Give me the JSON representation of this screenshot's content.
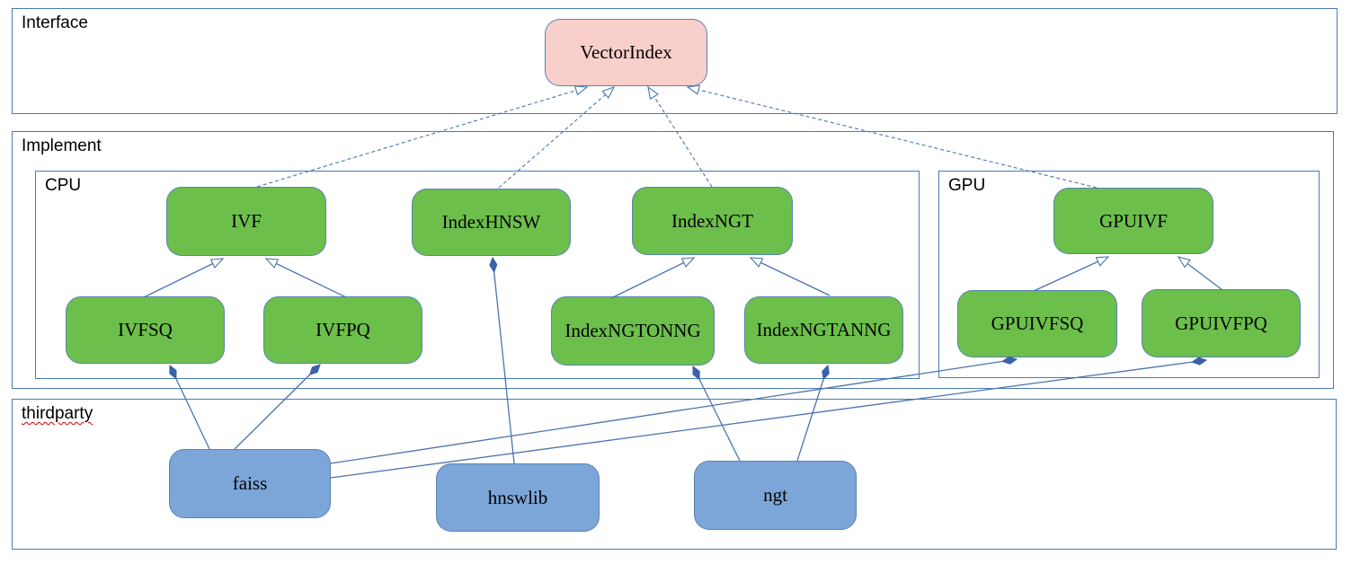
{
  "diagram": {
    "containers": {
      "interface": {
        "label": "Interface"
      },
      "implement": {
        "label": "Implement"
      },
      "cpu": {
        "label": "CPU"
      },
      "gpu": {
        "label": "GPU"
      },
      "thirdparty": {
        "label": "thirdparty",
        "spellcheck_squiggle": true
      }
    },
    "nodes": {
      "vectorindex": {
        "label": "VectorIndex",
        "kind": "interface",
        "group": "Interface"
      },
      "ivf": {
        "label": "IVF",
        "kind": "implementation",
        "group": "CPU"
      },
      "indexhnsw": {
        "label": "IndexHNSW",
        "kind": "implementation",
        "group": "CPU"
      },
      "indexngt": {
        "label": "IndexNGT",
        "kind": "implementation",
        "group": "CPU"
      },
      "ivfsq": {
        "label": "IVFSQ",
        "kind": "implementation",
        "group": "CPU"
      },
      "ivfpq": {
        "label": "IVFPQ",
        "kind": "implementation",
        "group": "CPU"
      },
      "indexngtonng": {
        "label": "IndexNGTONNG",
        "kind": "implementation",
        "group": "CPU"
      },
      "indexngtanng": {
        "label": "IndexNGTANNG",
        "kind": "implementation",
        "group": "CPU"
      },
      "gpuivf": {
        "label": "GPUIVF",
        "kind": "implementation",
        "group": "GPU"
      },
      "gpuivfsq": {
        "label": "GPUIVFSQ",
        "kind": "implementation",
        "group": "GPU"
      },
      "gpuivfpq": {
        "label": "GPUIVFPQ",
        "kind": "implementation",
        "group": "GPU"
      },
      "faiss": {
        "label": "faiss",
        "kind": "library",
        "group": "thirdparty"
      },
      "hnswlib": {
        "label": "hnswlib",
        "kind": "library",
        "group": "thirdparty"
      },
      "ngt": {
        "label": "ngt",
        "kind": "library",
        "group": "thirdparty"
      }
    },
    "edges": [
      {
        "from": "IVF",
        "to": "VectorIndex",
        "type": "realization-dashed-hollow-arrow"
      },
      {
        "from": "IndexHNSW",
        "to": "VectorIndex",
        "type": "realization-dashed-hollow-arrow"
      },
      {
        "from": "IndexNGT",
        "to": "VectorIndex",
        "type": "realization-dashed-hollow-arrow"
      },
      {
        "from": "GPUIVF",
        "to": "VectorIndex",
        "type": "realization-dashed-hollow-arrow"
      },
      {
        "from": "IVFSQ",
        "to": "IVF",
        "type": "generalization-hollow-arrow"
      },
      {
        "from": "IVFPQ",
        "to": "IVF",
        "type": "generalization-hollow-arrow"
      },
      {
        "from": "IndexNGTONNG",
        "to": "IndexNGT",
        "type": "generalization-hollow-arrow"
      },
      {
        "from": "IndexNGTANNG",
        "to": "IndexNGT",
        "type": "generalization-hollow-arrow"
      },
      {
        "from": "GPUIVFSQ",
        "to": "GPUIVF",
        "type": "generalization-hollow-arrow"
      },
      {
        "from": "GPUIVFPQ",
        "to": "GPUIVF",
        "type": "generalization-hollow-arrow"
      },
      {
        "from": "faiss",
        "to": "IVFSQ",
        "type": "composition-filled-diamond"
      },
      {
        "from": "faiss",
        "to": "IVFPQ",
        "type": "composition-filled-diamond"
      },
      {
        "from": "faiss",
        "to": "GPUIVFSQ",
        "type": "composition-filled-diamond"
      },
      {
        "from": "faiss",
        "to": "GPUIVFPQ",
        "type": "composition-filled-diamond"
      },
      {
        "from": "hnswlib",
        "to": "IndexHNSW",
        "type": "composition-filled-diamond"
      },
      {
        "from": "ngt",
        "to": "IndexNGTONNG",
        "type": "composition-filled-diamond"
      },
      {
        "from": "ngt",
        "to": "IndexNGTANNG",
        "type": "composition-filled-diamond"
      }
    ],
    "colors": {
      "implementation_fill": "#6cbf4b",
      "library_fill": "#7ca6d8",
      "interface_fill": "#f8cfca",
      "shape_border": "#5a82b4",
      "container_border": "#4a7ab5",
      "connector": "#4a74b0",
      "diamond": "#3a62a8",
      "spellcheck_red": "#d40000",
      "text": "#000000",
      "background": "#ffffff"
    }
  }
}
